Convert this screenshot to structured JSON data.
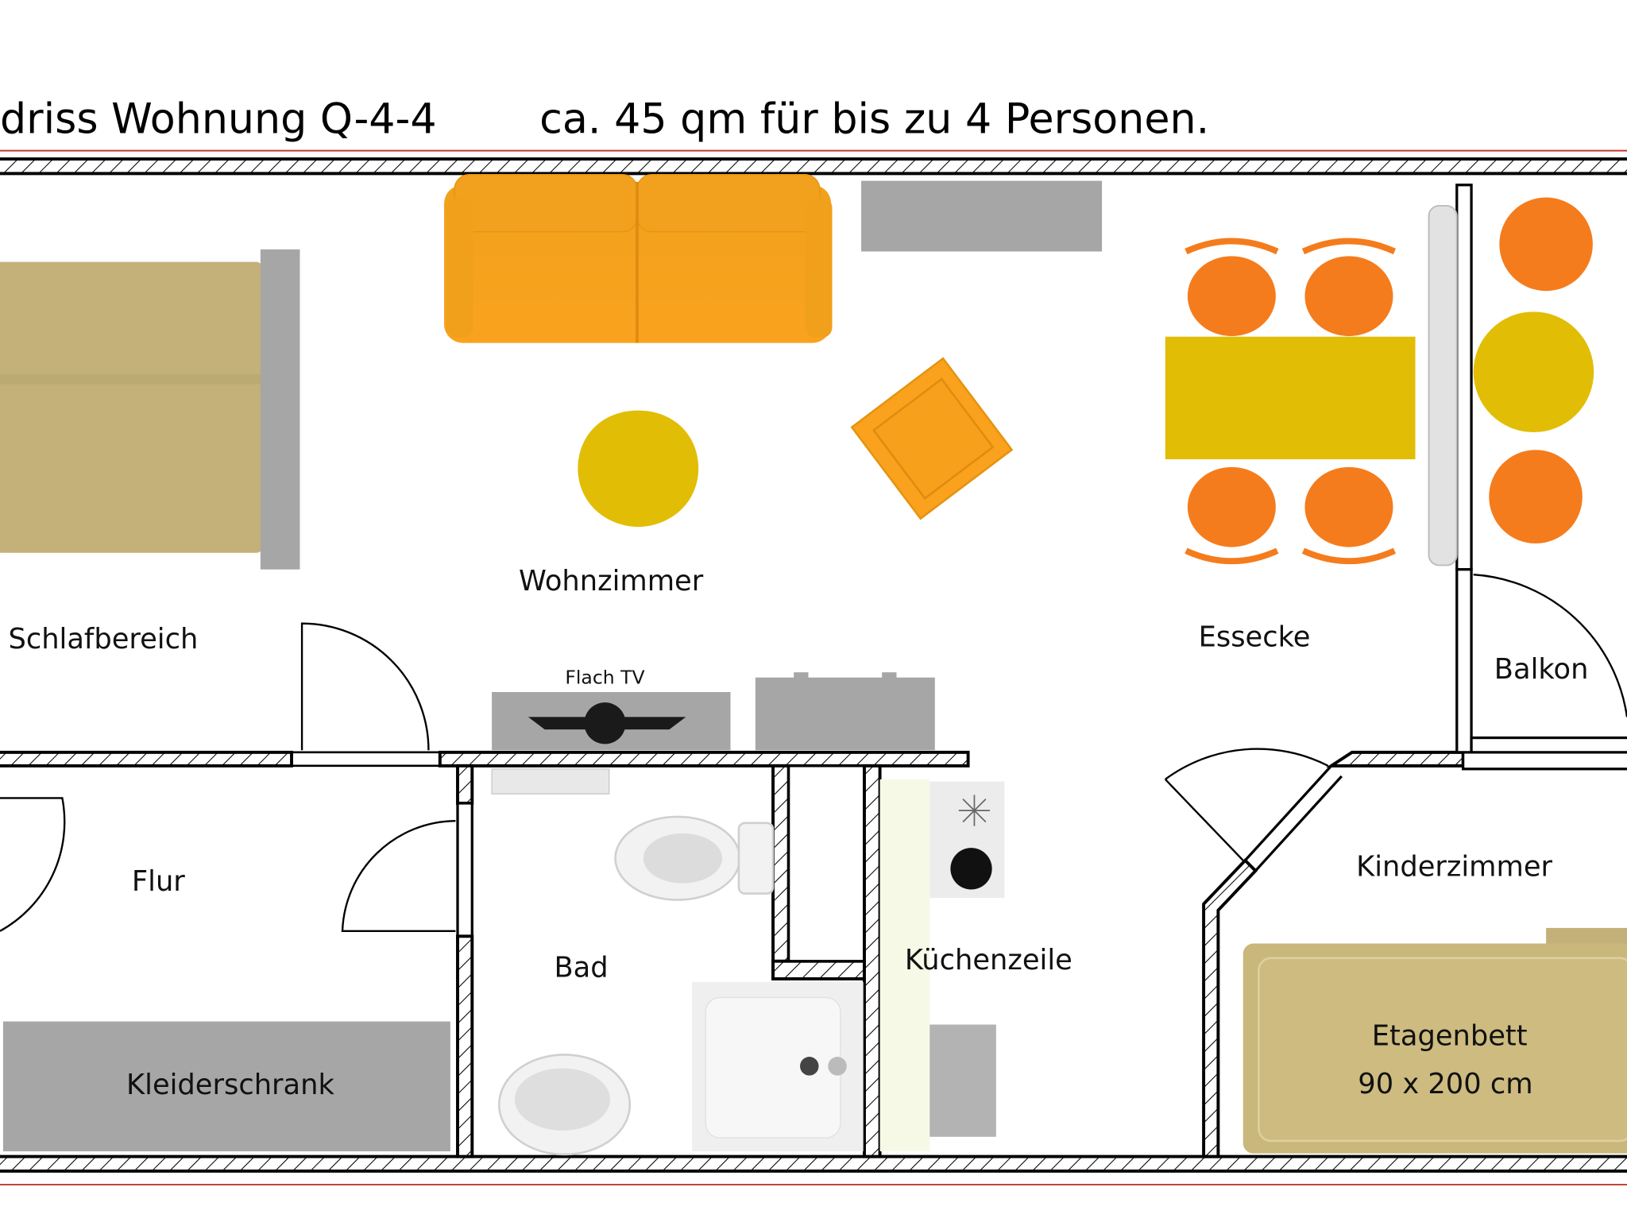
{
  "title": {
    "left": "driss Wohnung Q-4-4",
    "right": "ca. 45 qm für bis zu 4 Personen."
  },
  "rooms": {
    "schlafbereich": "Schlafbereich",
    "wohnzimmer": "Wohnzimmer",
    "essecke": "Essecke",
    "balkon": "Balkon",
    "flur": "Flur",
    "bad": "Bad",
    "kuechenzeile": "Küchenzeile",
    "kinderzimmer": "Kinderzimmer"
  },
  "furniture": {
    "tv_label": "Flach TV",
    "wardrobe_label": "Kleiderschrank",
    "bunkbed_label": "Etagenbett",
    "bunkbed_size": "90 x 200 cm"
  },
  "colors": {
    "sofa": "#f5a31a",
    "chair": "#f57c1c",
    "table": "#e2bd05",
    "bed": "#c4b17a",
    "cabinet": "#a6a6a6",
    "wall_outline": "#000000",
    "boundary_red": "#c0392b"
  }
}
